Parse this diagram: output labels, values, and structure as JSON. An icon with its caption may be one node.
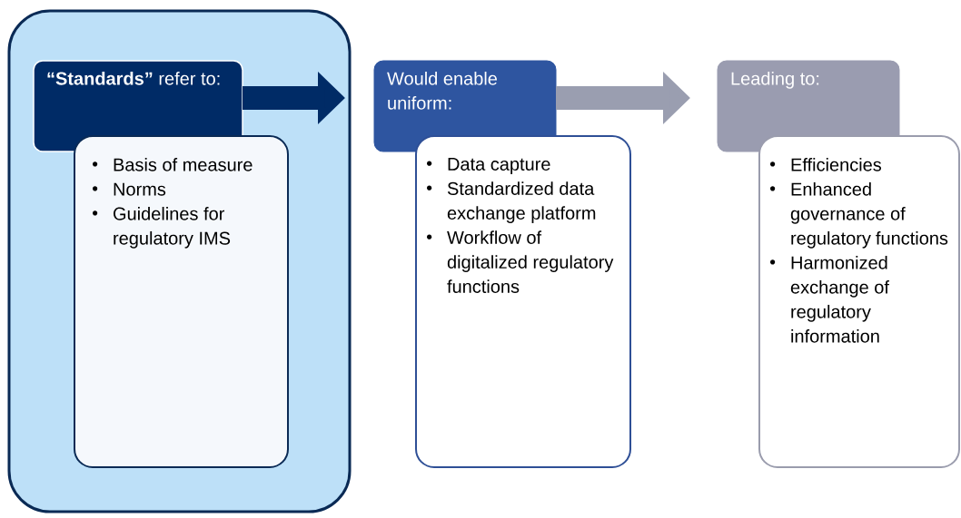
{
  "diagram": {
    "nodes": [
      {
        "text": [],
        "shape": "box"
      },
      {
        "text": [
          "**“Standards”** refer to:"
        ],
        "in": 0
      },
      {
        "text": [
          "Basis of measure",
          "Norms",
          "Guidelines for regulatory IMS"
        ],
        "in": 0
      },
      {
        "text": [
          "Would enable uniform:"
        ]
      },
      {
        "text": [
          "Data capture",
          "Standardized data exchange platform",
          "Workflow of digitalized regulatory functions"
        ]
      },
      {
        "text": [
          "Leading to:"
        ]
      },
      {
        "text": [
          "Efficiencies",
          "Enhanced governance of regulatory functions",
          "Harmonized exchange of regulatory information"
        ]
      }
    ],
    "edges": [
      {
        "from": 1,
        "to": 3,
        "arrow": "to",
        "color": "#002b66"
      },
      {
        "from": 3,
        "to": 5,
        "arrow": "to",
        "color": "#9a9eb0"
      }
    ]
  }
}
